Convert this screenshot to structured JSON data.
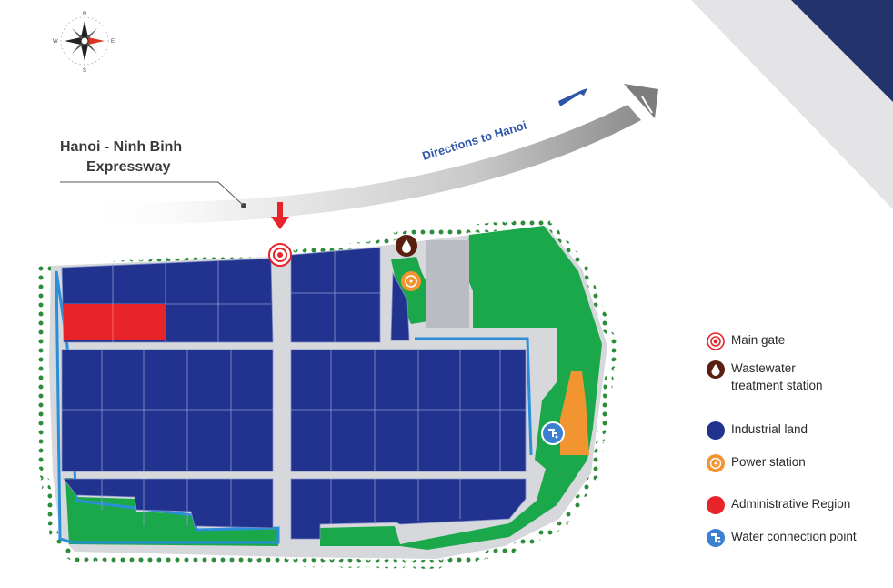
{
  "expressway": {
    "line1": "Hanoi - Ninh Binh",
    "line2": "Expressway"
  },
  "directions": "Directions to Hanoi",
  "compass": {
    "n": "N",
    "s": "S",
    "e": "E",
    "w": "W"
  },
  "legend": {
    "main_gate": "Main gate",
    "wastewater_line1": "Wastewater",
    "wastewater_line2": "treatment station",
    "industrial": "Industrial land",
    "power": "Power station",
    "admin": "Administrative Region",
    "water": "Water connection point"
  },
  "colors": {
    "industrial": "#22338f",
    "administrative": "#e8242b",
    "green": "#1ba84a",
    "road": "#d6d8dc",
    "power": "#f29430",
    "wastewater": "#5a1f0f",
    "water": "#3a7fd0",
    "main_gate": "#e8242b",
    "brand_navy": "#22346b"
  }
}
